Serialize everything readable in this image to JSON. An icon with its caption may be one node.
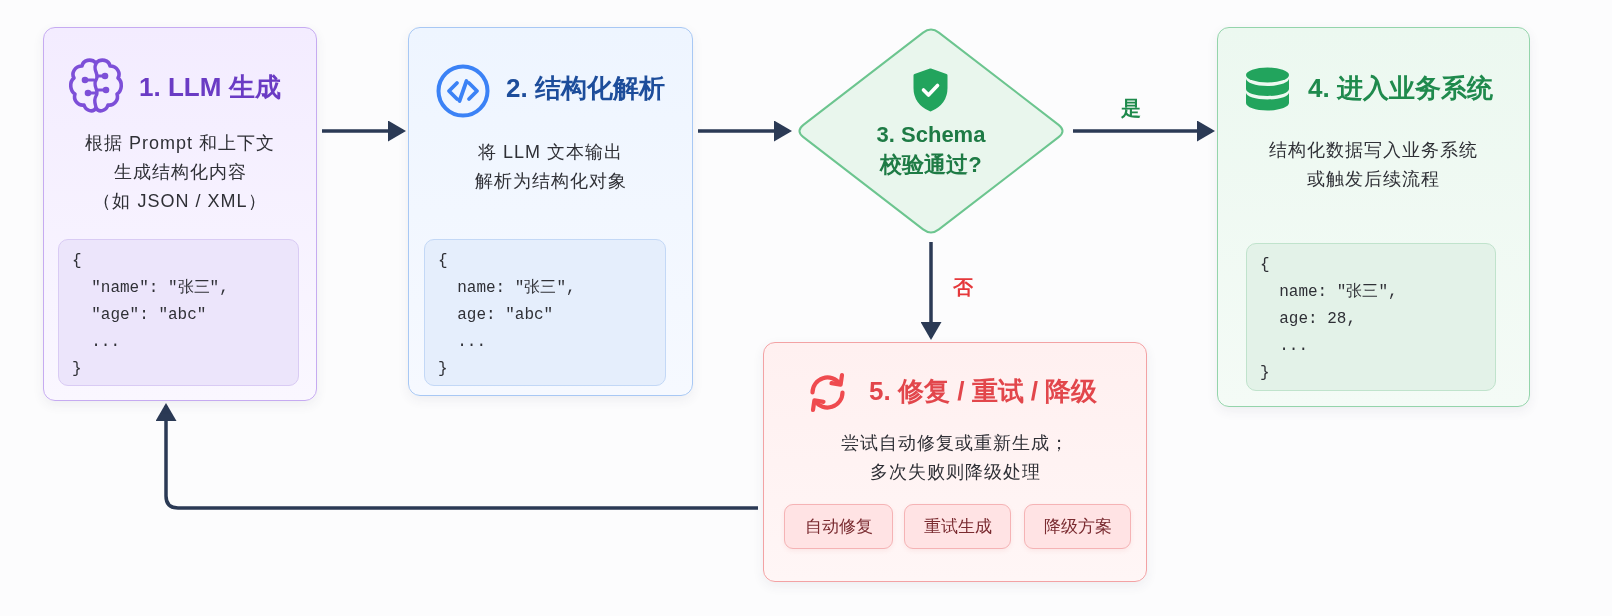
{
  "diagram": {
    "nodes": [
      {
        "text": [
          "1. LLM 生成",
          "根据 Prompt 和上下文生成结构化内容（如 JSON / XML）"
        ]
      },
      {
        "text": [
          "{ \"name\": \"张三\", \"age\": \"abc\" ... }"
        ],
        "in": 0
      },
      {
        "text": [
          "2. 结构化解析",
          "将 LLM 文本输出解析为结构化对象"
        ]
      },
      {
        "text": [
          "{ name: \"张三\", age: \"abc\" ... }"
        ],
        "in": 2
      },
      {
        "text": [
          "3. Schema 校验通过?"
        ]
      },
      {
        "text": [
          "4. 进入业务系统",
          "结构化数据写入业务系统或触发后续流程"
        ]
      },
      {
        "text": [
          "{ name: \"张三\", age: 28, ... }"
        ],
        "in": 5
      },
      {
        "text": [
          "5. 修复 / 重试 / 降级",
          "尝试自动修复或重新生成；多次失败则降级处理"
        ]
      },
      {
        "text": [
          "自动修复"
        ],
        "in": 7
      },
      {
        "text": [
          "重试生成"
        ],
        "in": 7
      },
      {
        "text": [
          "降级方案"
        ],
        "in": 7
      }
    ],
    "edges": [
      {
        "from": 0,
        "to": 2,
        "arrow": "to"
      },
      {
        "from": 2,
        "to": 4,
        "arrow": "to"
      },
      {
        "from": 4,
        "to": 5,
        "arrow": "to",
        "label": "是"
      },
      {
        "from": 4,
        "to": 7,
        "arrow": "to",
        "label": "否"
      },
      {
        "from": 7,
        "to": 0,
        "arrow": "to"
      }
    ]
  }
}
